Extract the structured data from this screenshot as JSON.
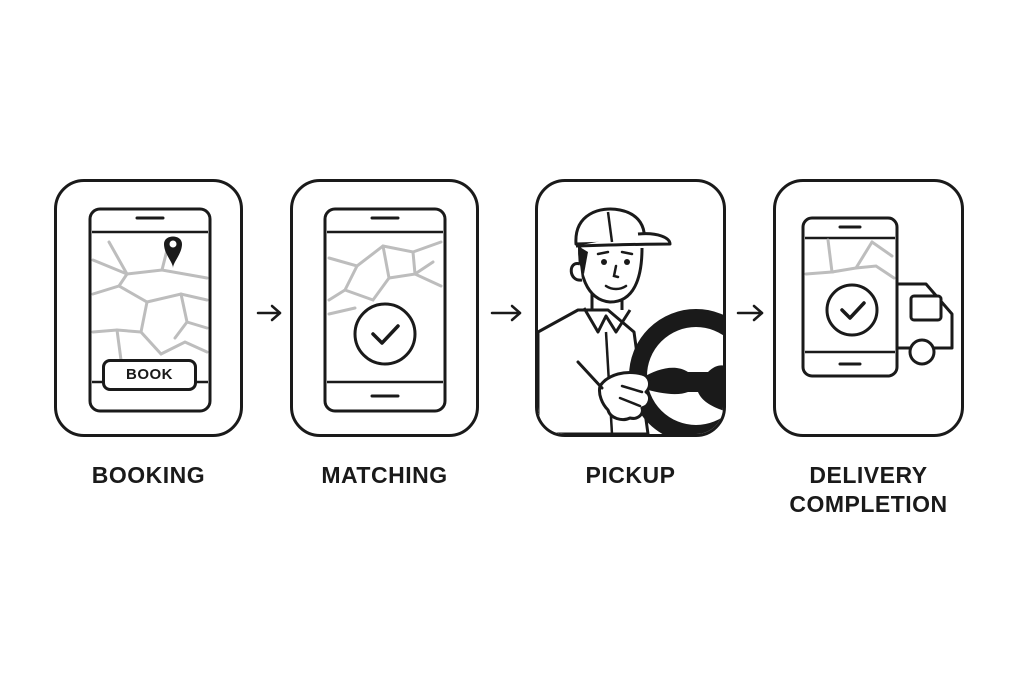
{
  "steps": [
    {
      "label": "BOOKING",
      "icon": "phone-map-pin-icon",
      "button_text": "BOOK"
    },
    {
      "label": "MATCHING",
      "icon": "phone-map-check-icon"
    },
    {
      "label": "PICKUP",
      "icon": "driver-steering-wheel-icon"
    },
    {
      "label": "DELIVERY\nCOMPLETION",
      "icon": "phone-delivery-truck-icon"
    }
  ],
  "connectors": [
    "arrow-right-icon",
    "arrow-right-icon",
    "arrow-right-icon"
  ],
  "colors": {
    "stroke": "#1a1a1a",
    "map_lines": "#bdbdbd",
    "background": "#ffffff"
  }
}
